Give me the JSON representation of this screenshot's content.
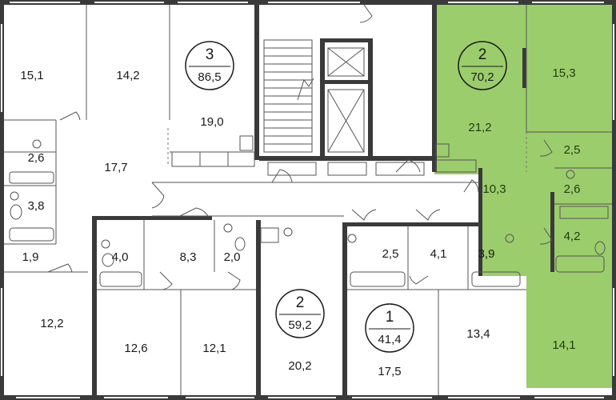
{
  "colors": {
    "highlight_fill": "#9ccd6c",
    "wall": "#3a3a3a",
    "background": "#ffffff"
  },
  "apartments": [
    {
      "id": "apt-3",
      "rooms": "3",
      "area": "86,5",
      "highlighted": false
    },
    {
      "id": "apt-2-top",
      "rooms": "2",
      "area": "70,2",
      "highlighted": true
    },
    {
      "id": "apt-2-bottom",
      "rooms": "2",
      "area": "59,2",
      "highlighted": false
    },
    {
      "id": "apt-1",
      "rooms": "1",
      "area": "41,4",
      "highlighted": false
    }
  ],
  "rooms": [
    "15,1",
    "14,2",
    "19,0",
    "2,6",
    "17,7",
    "3,8",
    "1,9",
    "12,2",
    "21,2",
    "15,3",
    "2,5",
    "10,3",
    "2,6",
    "4,2",
    "14,1",
    "4,0",
    "8,3",
    "2,0",
    "12,6",
    "12,1",
    "20,2",
    "2,5",
    "4,1",
    "3,9",
    "17,5",
    "13,4"
  ]
}
